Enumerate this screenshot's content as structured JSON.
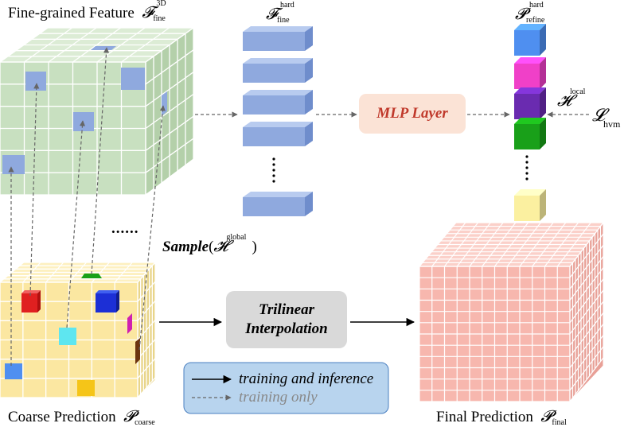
{
  "labels": {
    "fine_feature": "Fine-grained Feature",
    "fine_feature_sym": "𝓕",
    "fine_feature_sup": "3D",
    "fine_feature_sub": "fine",
    "hard_feature_sym": "𝓕",
    "hard_feature_sup": "hard",
    "hard_feature_sub": "fine",
    "refine_sym": "𝓟",
    "refine_sup": "hard",
    "refine_sub": "refine",
    "h_local_sym": "𝓗",
    "h_local_sup": "local",
    "loss_sym": "𝓛",
    "loss_sub": "hvm",
    "sample_word": "Sample",
    "sample_h_sym": "𝓗",
    "sample_h_sup": "global",
    "dots": "......",
    "coarse": "Coarse Prediction",
    "coarse_sym": "𝓟",
    "coarse_sub": "coarse",
    "final": "Final Prediction",
    "final_sym": "𝓟",
    "final_sub": "final"
  },
  "boxes": {
    "mlp": "MLP Layer",
    "trilinear_line1": "Trilinear",
    "trilinear_line2": "Interpolation"
  },
  "legend": {
    "solid": "training and inference",
    "dashed": "training only"
  },
  "colors": {
    "green_face": "#c8e0c0",
    "green_side": "#b4d0aa",
    "green_top": "#dcecd5",
    "yellow_face": "#fbe7a1",
    "yellow_side": "#e8d58a",
    "yellow_top": "#fdf0c0",
    "pink_face": "#f7b7ae",
    "pink_side": "#e8a097",
    "pink_top": "#fbd0c9",
    "blue_feat": "#8fa9de",
    "mlp_bg": "#fbe3d6",
    "mlp_text": "#c0392b",
    "trilinear_bg": "#d9d9d9",
    "legend_bg": "#b8d4ee",
    "refine_colors": [
      "#4f8ff0",
      "#f040c8",
      "#6a2bb0",
      "#19a019",
      "#fbf0a0"
    ]
  }
}
